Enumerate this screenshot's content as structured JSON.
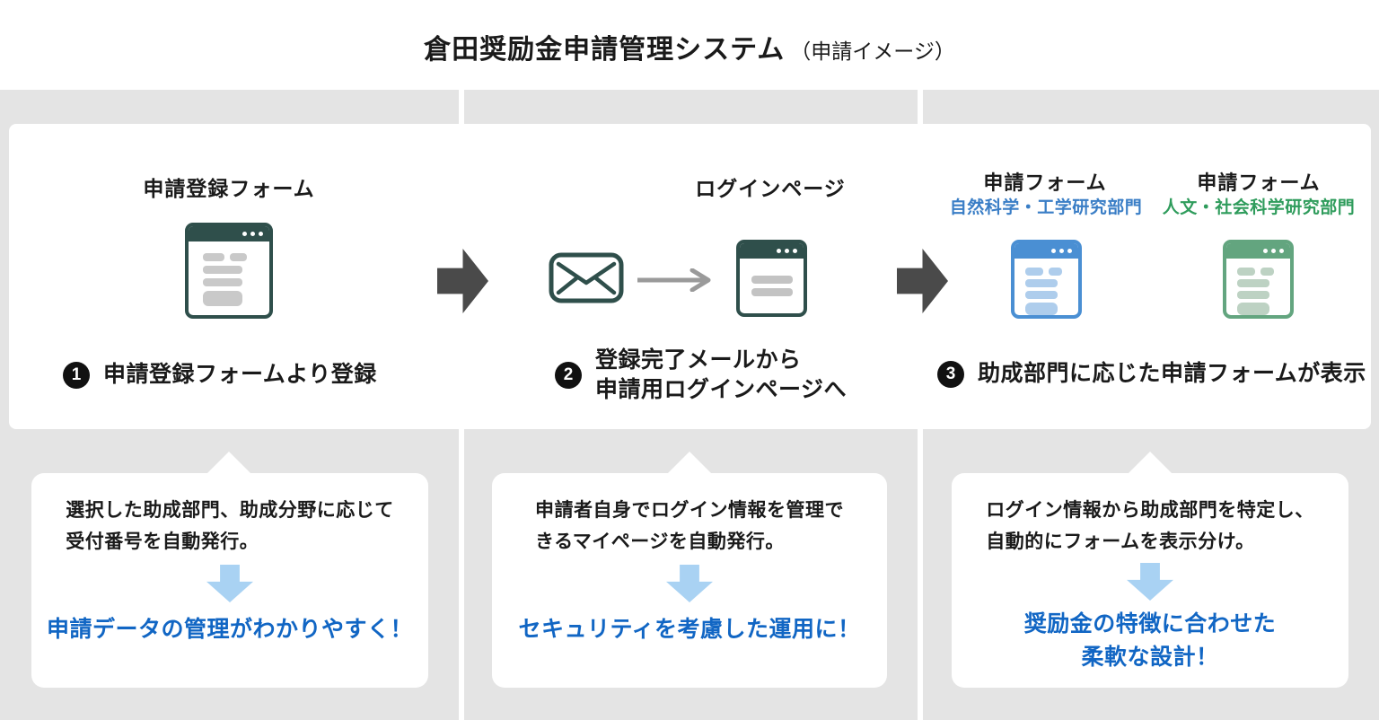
{
  "title": {
    "main": "倉田奨励金申請管理システム",
    "sub": "（申請イメージ）"
  },
  "steps": {
    "one": {
      "number": "1",
      "heading": "申請登録フォーム",
      "caption": "申請登録フォームより登録"
    },
    "two": {
      "number": "2",
      "heading": "ログインページ",
      "caption": "登録完了メールから\n申請用ログインページへ"
    },
    "three": {
      "number": "3",
      "caption": "助成部門に応じた申請フォームが表示",
      "form_science": {
        "heading": "申請フォーム",
        "division": "自然科学・工学研究部門"
      },
      "form_humanities": {
        "heading": "申請フォーム",
        "division": "人文・社会科学研究部門"
      }
    }
  },
  "callouts": [
    {
      "description": "選択した助成部門、助成分野に応じて\n受付番号を自動発行。",
      "conclusion": "申請データの管理がわかりやすく！"
    },
    {
      "description": "申請者自身でログイン情報を管理で\nきるマイページを自動発行。",
      "conclusion": "セキュリティを考慮した運用に！"
    },
    {
      "description": "ログイン情報から助成部門を特定し、\n自動的にフォームを表示分け。",
      "conclusion": "奨励金の特徴に合わせた\n柔軟な設計！"
    }
  ],
  "icons": {
    "registration_form": "browser-window-with-form-fields",
    "email": "envelope",
    "login_page": "browser-window-with-login-fields",
    "science_form": "blue-browser-window-with-form-fields",
    "humanities_form": "green-browser-window-with-form-fields",
    "flow_arrow": "solid-right-arrow",
    "mail_to_login_arrow": "thin-right-arrow",
    "result_arrow": "light-blue-down-arrow"
  },
  "colors": {
    "accent_teal": "#2f4f4b",
    "accent_blue": "#4a8fd3",
    "accent_green": "#63a57f",
    "division_text_blue": "#3a7ec6",
    "division_text_green": "#2f9c5c",
    "conclusion_blue": "#1166c4",
    "down_arrow_light_blue": "#a9d2f3",
    "block_arrow_gray": "#4a4a4a",
    "column_gray": "#e4e4e4"
  }
}
